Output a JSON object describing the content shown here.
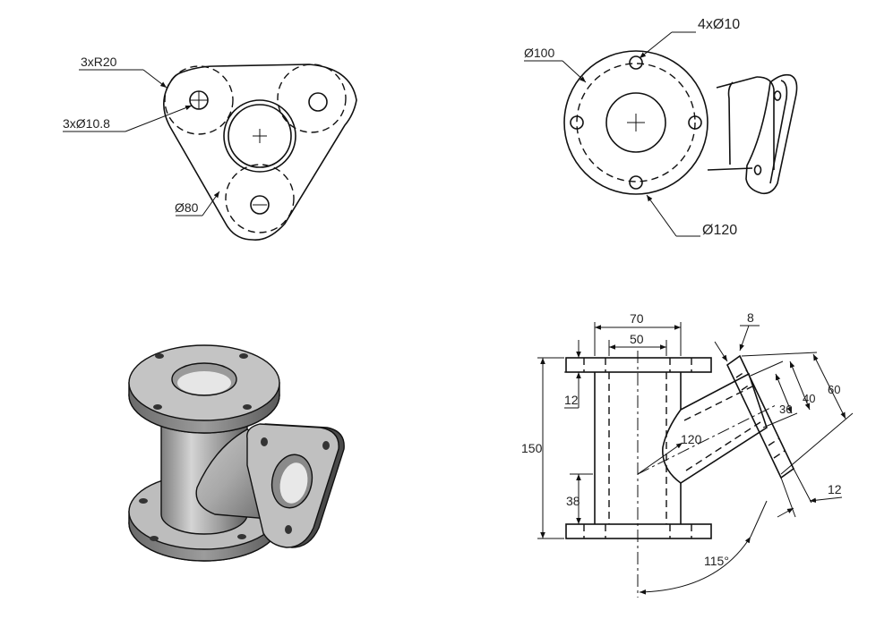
{
  "drawing": {
    "views": {
      "top_view": {
        "labels": {
          "fillet_radius": "3xR20",
          "hole_diameter": "3xØ10.8",
          "bolt_circle": "Ø80"
        }
      },
      "side_view": {
        "labels": {
          "holes": "4xØ10",
          "bolt_circle": "Ø100",
          "flange_diameter": "Ø120"
        }
      },
      "isometric_view": {},
      "front_view": {
        "labels": {
          "flange_outer_width": "70",
          "pipe_width": "50",
          "branch_flange_thickness": "8",
          "flange_thickness": "12",
          "height": "150",
          "branch_length": "120",
          "branch_bore": "36",
          "branch_pipe": "40",
          "branch_flange_width": "60",
          "branch_flange_thk": "12",
          "branch_height": "38",
          "branch_angle": "115°"
        }
      }
    }
  }
}
